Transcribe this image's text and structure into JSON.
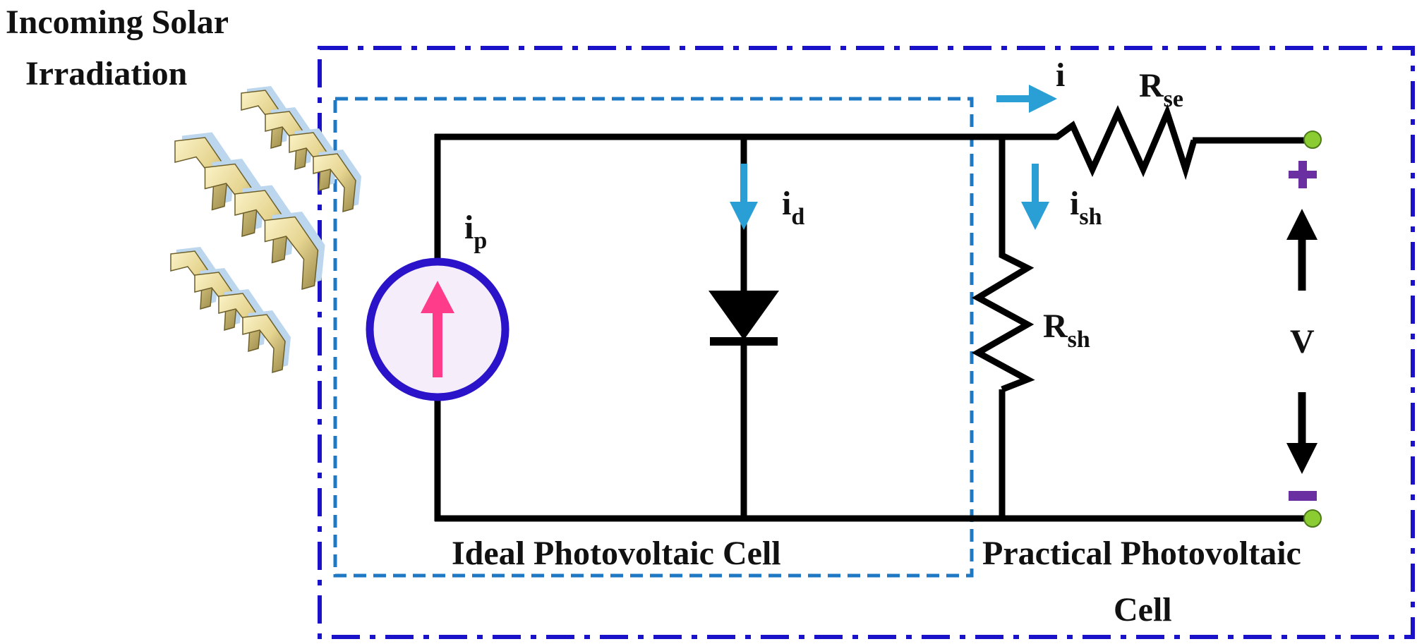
{
  "title_line1": "Incoming Solar",
  "title_line2": "Irradiation",
  "labels": {
    "ip_main": "i",
    "ip_sub": "p",
    "id_main": "i",
    "id_sub": "d",
    "i_main": "i",
    "ish_main": "i",
    "ish_sub": "sh",
    "rse_main": "R",
    "rse_sub": "se",
    "rsh_main": "R",
    "rsh_sub": "sh",
    "voltage": "V",
    "plus": "+",
    "minus": "−"
  },
  "box_labels": {
    "ideal": "Ideal Photovoltaic Cell",
    "practical_line1": "Practical Photovoltaic",
    "practical_line2": "Cell"
  },
  "colors": {
    "outer_box": "#1a12c8",
    "inner_box": "#1f78c4",
    "current_arrow": "#2a9fd6",
    "source_circle": "#2b13c9",
    "source_fill": "#f5eefa",
    "source_arrow": "#ff3c8a",
    "terminal": "#8ccc33",
    "polarity": "#6a2fa0",
    "chevron": "#e6d591"
  }
}
